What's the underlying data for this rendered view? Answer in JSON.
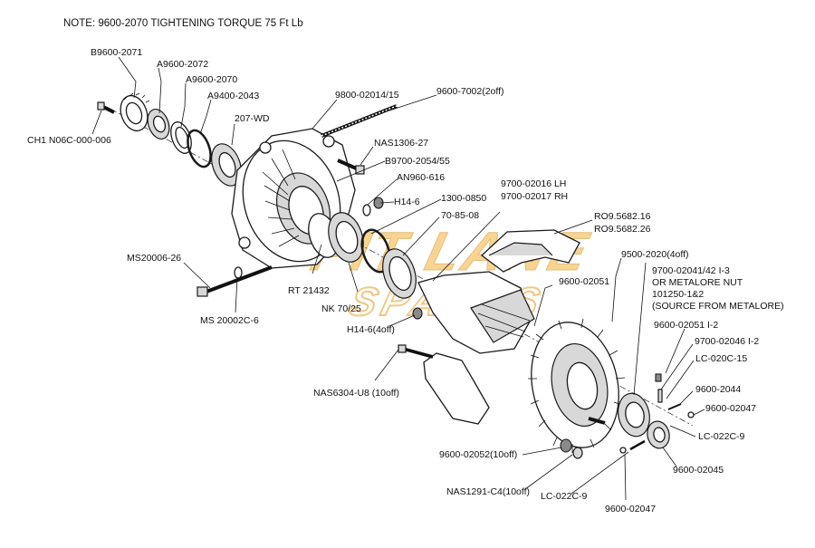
{
  "note": "NOTE: 9600-2070 TIGHTENING TORQUE 75 Ft Lb",
  "watermark": {
    "line1": "PIT LANE",
    "line2": "SPARES",
    "color": "#f2b23a"
  },
  "labels": {
    "b9600_2071": "B9600-2071",
    "a9600_2072": "A9600-2072",
    "a9600_2070": "A9600-2070",
    "a9400_2043": "A9400-2043",
    "p207_wd": "207-WD",
    "ch1_n06c": "CH1 N06C-000-006",
    "p9800_02014": "9800-02014/15",
    "p9600_7002": "9600-7002(2off)",
    "nas1306_27": "NAS1306-27",
    "b9700_2054": "B9700-2054/55",
    "an960_616": "AN960-616",
    "h14_6": "H14-6",
    "p1300_0850": "1300-0850",
    "p70_85_08": "70-85-08",
    "p9700_02016": "9700-02016 LH",
    "p9700_02017": "9700-02017 RH",
    "ro9_5682_16": "RO9.5682.16",
    "ro9_5682_26": "RO9.5682.26",
    "p9500_2020": "9500-2020(4off)",
    "ms20006_26": "MS20006-26",
    "p9700_02041": "9700-02041/42 I-3",
    "metalore_nut": "OR METALORE NUT",
    "p101250": "101250-1&2",
    "source_metalore": "(SOURCE FROM METALORE)",
    "rt21432": "RT 21432",
    "p9600_02051": "9600-02051",
    "nk70_25": "NK 70/25",
    "ms20002c_6": "MS 20002C-6",
    "h14_6_4off": "H14-6(4off)",
    "p9600_02051_i2": "9600-02051 I-2",
    "p9700_02046": "9700-02046 I-2",
    "lc_020c_15": "LC-020C-15",
    "nas6304_u8": "NAS6304-U8 (10off)",
    "p9600_2044": "9600-2044",
    "p9600_02047_a": "9600-02047",
    "lc_022c_9_a": "LC-022C-9",
    "p9600_02052": "9600-02052(10off)",
    "p9600_02045": "9600-02045",
    "nas1291_c4": "NAS1291-C4(10off)",
    "lc_022c_9_b": "LC-022C-9",
    "p9600_02047_b": "9600-02047"
  }
}
